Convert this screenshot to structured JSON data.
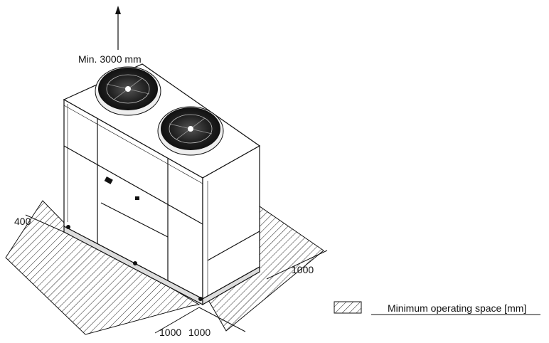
{
  "dimensions": {
    "clearance_top": "Min. 3000 mm",
    "left_side": "400",
    "right_side": "1000",
    "front_left": "1000",
    "front_right": "1000"
  },
  "legend": {
    "text": "Minimum operating space [mm]"
  },
  "colors": {
    "line": "#111111",
    "hatch": "#222222",
    "fan_dark": "#1a1a1a"
  },
  "icons": {
    "fan": "axial-fan-icon",
    "arrow": "arrow-up-icon"
  }
}
